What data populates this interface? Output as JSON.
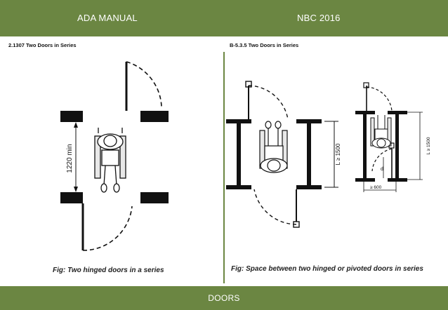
{
  "header": {
    "left_title": "ADA MANUAL",
    "right_title": "NBC 2016",
    "color": "#6b8642"
  },
  "left": {
    "section": "2.1307 Two Doors in Series",
    "dimension": "1220 min",
    "caption": "Fig: Two hinged doors in a series"
  },
  "right": {
    "section": "B-5.3.5 Two Doors in Series",
    "dimension_large": "L ≥ 1500",
    "dimension_small": "L ≥ 1500",
    "width_label": "≥ 600",
    "d_label": "d",
    "caption": "Fig: Space between two hinged or pivoted doors in series"
  },
  "footer": {
    "label": "DOORS"
  }
}
